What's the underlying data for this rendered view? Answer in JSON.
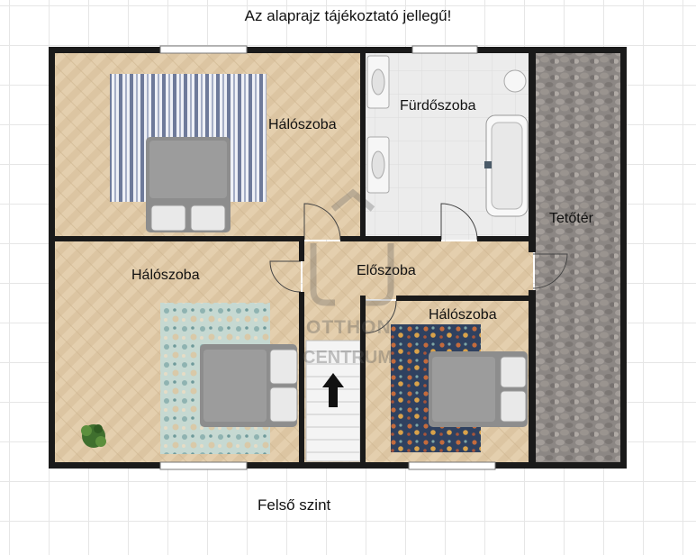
{
  "header": {
    "title": "Az alaprajz tájékoztató jellegű!"
  },
  "footer": {
    "level": "Felső szint"
  },
  "rooms": {
    "bedroom_top_left": "Hálószoba",
    "bathroom": "Fürdőszoba",
    "attic": "Tetőtér",
    "hallway": "Előszoba",
    "bedroom_left": "Hálószoba",
    "bedroom_small": "Hálószoba"
  },
  "watermark": {
    "line1": "OTTHON",
    "line2": "CENTRUM"
  },
  "colors": {
    "wall": "#1a1a1a",
    "floor_wood": "#e4cfae",
    "bath_floor": "#ececec",
    "attic_stone": "#8c8784",
    "bed": "#8d8d8d"
  }
}
